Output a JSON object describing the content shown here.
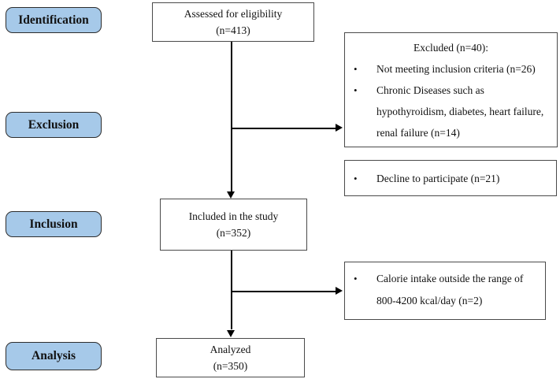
{
  "colors": {
    "stage_fill": "#a6c9e9",
    "stage_border": "#2d2d2d",
    "box_border": "#4a4a4a",
    "arrow": "#000000"
  },
  "bullet_glyph": "•",
  "stage_labels": {
    "identification": "Identification",
    "exclusion": "Exclusion",
    "inclusion": "Inclusion",
    "analysis": "Analysis"
  },
  "boxes": {
    "assessed": {
      "line1": "Assessed for eligibility",
      "line2": "(n=413)"
    },
    "excluded": {
      "title": "Excluded (n=40):",
      "bullets": [
        {
          "lines": [
            "Not meeting inclusion criteria (n=26)"
          ]
        },
        {
          "lines": [
            "Chronic Diseases such as",
            "hypothyroidism, diabetes, heart failure,",
            "renal failure (n=14)"
          ]
        }
      ]
    },
    "decline": {
      "bullets": [
        {
          "lines": [
            "Decline to participate (n=21)"
          ]
        }
      ]
    },
    "included": {
      "line1": "Included in the study",
      "line2": "(n=352)"
    },
    "calorie": {
      "bullets": [
        {
          "lines": [
            "Calorie intake outside the range of",
            "800-4200 kcal/day (n=2)"
          ]
        }
      ]
    },
    "analyzed": {
      "line1": "Analyzed",
      "line2": "(n=350)"
    }
  }
}
